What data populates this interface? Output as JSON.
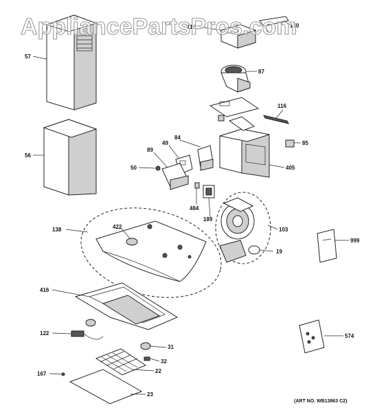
{
  "watermark": "AppliancePartsPros.com",
  "art_number": "(ART NO. WB13863 C2)",
  "labels": {
    "p119": "119",
    "p130": "130",
    "p57": "57",
    "p87": "87",
    "p116": "116",
    "p56": "56",
    "p84": "84",
    "p89": "89",
    "p49": "49",
    "p85": "85",
    "p50": "50",
    "p405": "405",
    "p484": "484",
    "p189": "189",
    "p138": "138",
    "p422": "422",
    "p103": "103",
    "p999": "999",
    "p19": "19",
    "p416": "416",
    "p574": "574",
    "p122": "122",
    "p31": "31",
    "p32": "32",
    "p167": "167",
    "p22": "22",
    "p23": "23"
  }
}
